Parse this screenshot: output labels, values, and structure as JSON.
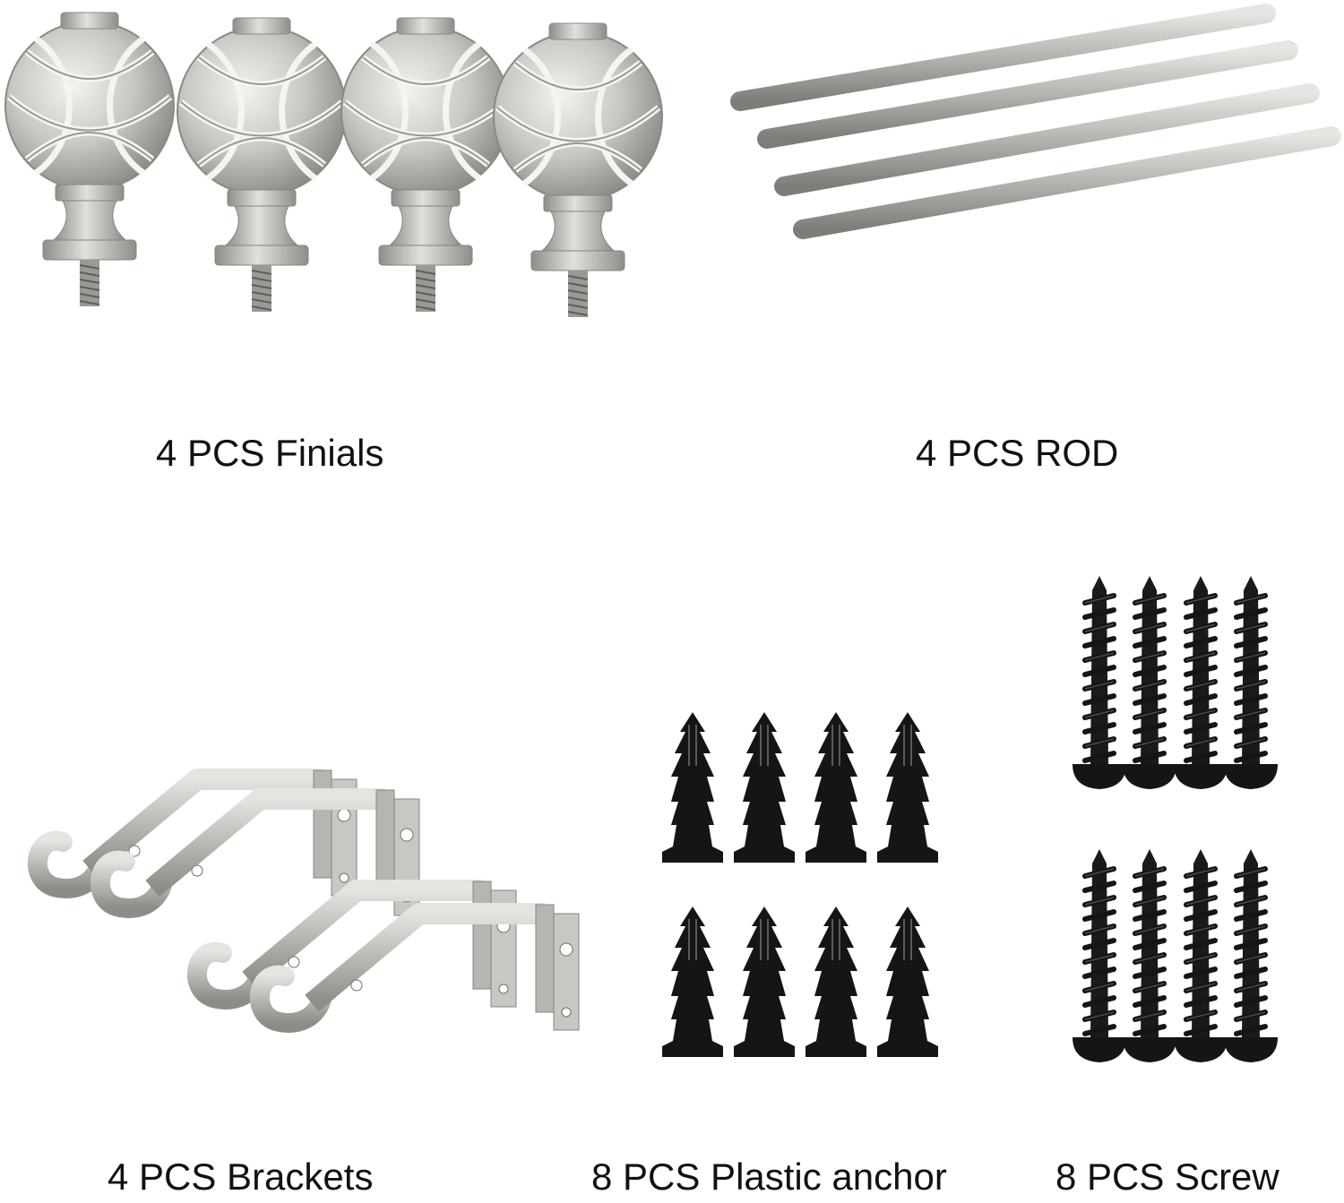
{
  "labels": {
    "finials": "4 PCS Finials",
    "rod": "4 PCS ROD",
    "brackets": "4 PCS Brackets",
    "anchor": "8 PCS Plastic anchor",
    "screw": "8 PCS Screw"
  },
  "colors": {
    "metal": "#b9b9b4",
    "metal_dark": "#8d8d88",
    "black": "#151515"
  },
  "counts": {
    "finials": 4,
    "rods": 4,
    "brackets": 4,
    "anchors": 8,
    "screws": 8
  }
}
